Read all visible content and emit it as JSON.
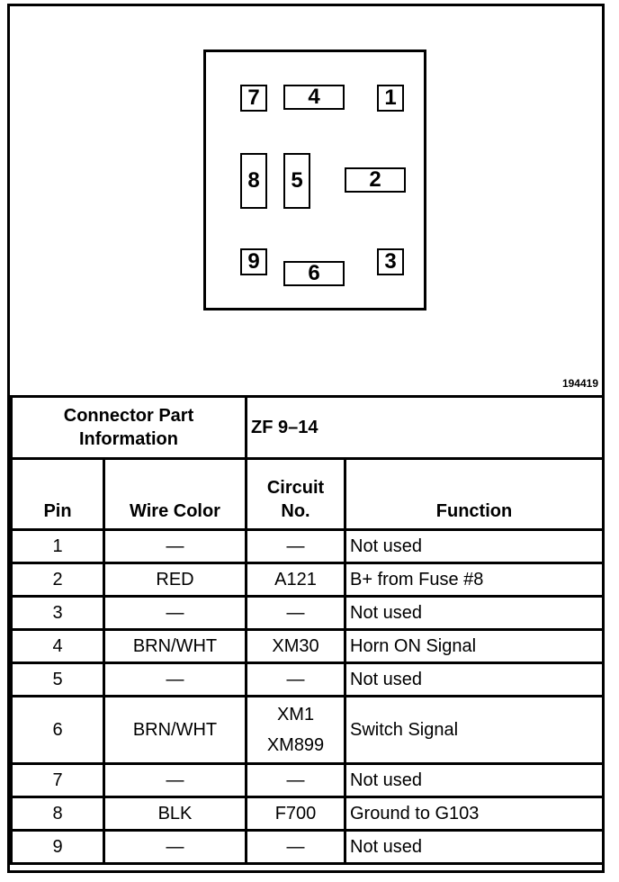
{
  "figure_id": "194419",
  "connector": {
    "cavities": [
      "1",
      "2",
      "3",
      "4",
      "5",
      "6",
      "7",
      "8",
      "9"
    ]
  },
  "part_info": {
    "label": "Connector Part Information",
    "value": "ZF 9–14"
  },
  "table": {
    "headers": {
      "pin": "Pin",
      "wire_color": "Wire Color",
      "circuit": "Circuit No.",
      "function": "Function"
    },
    "rows": [
      {
        "pin": "1",
        "wire": "—",
        "circuit": [
          "—"
        ],
        "function": "Not used"
      },
      {
        "pin": "2",
        "wire": "RED",
        "circuit": [
          "A121"
        ],
        "function": "B+ from Fuse #8"
      },
      {
        "pin": "3",
        "wire": "—",
        "circuit": [
          "—"
        ],
        "function": "Not used"
      },
      {
        "pin": "4",
        "wire": "BRN/WHT",
        "circuit": [
          "XM30"
        ],
        "function": "Horn ON Signal"
      },
      {
        "pin": "5",
        "wire": "—",
        "circuit": [
          "—"
        ],
        "function": "Not used"
      },
      {
        "pin": "6",
        "wire": "BRN/WHT",
        "circuit": [
          "XM1",
          "XM899"
        ],
        "function": "Switch Signal"
      },
      {
        "pin": "7",
        "wire": "—",
        "circuit": [
          "—"
        ],
        "function": "Not used"
      },
      {
        "pin": "8",
        "wire": "BLK",
        "circuit": [
          "F700"
        ],
        "function": "Ground to G103"
      },
      {
        "pin": "9",
        "wire": "—",
        "circuit": [
          "—"
        ],
        "function": "Not used"
      }
    ]
  }
}
